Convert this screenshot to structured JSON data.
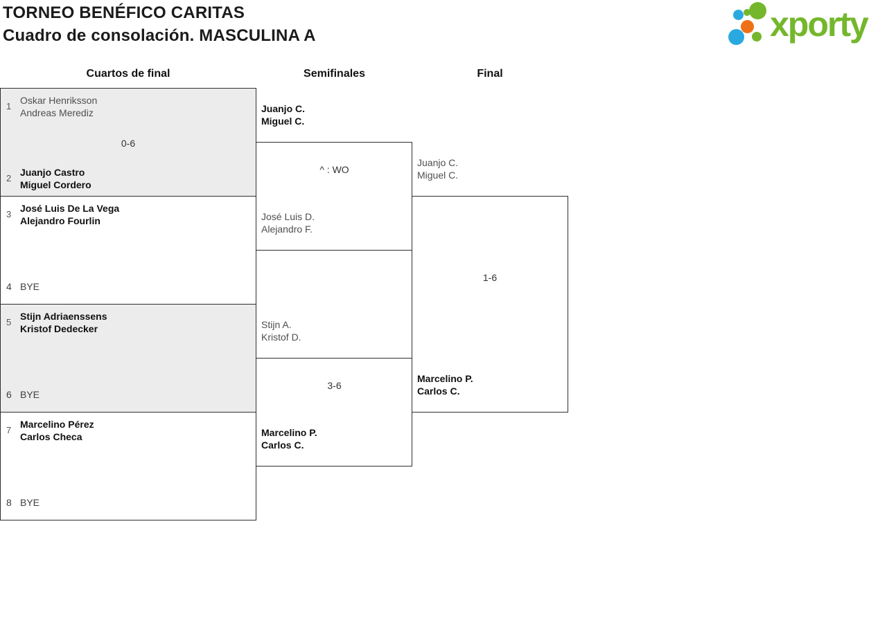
{
  "header": {
    "title": "TORNEO BENÉFICO CARITAS",
    "subtitle": "Cuadro de consolación. MASCULINA A"
  },
  "logo": {
    "text": "xporty"
  },
  "colors": {
    "brand_green": "#74b72c",
    "brand_blue": "#2aa9e0",
    "brand_orange": "#ee7118",
    "match_box_gray": "#ececec",
    "winner_text": "#101010",
    "loser_text": "#4f4f4f",
    "border": "#2e2e2e"
  },
  "columns": [
    {
      "label": "Cuartos de final"
    },
    {
      "label": "Semifinales"
    },
    {
      "label": "Final"
    }
  ],
  "bracket": {
    "quarterfinals": [
      {
        "seed1": "1",
        "team1": {
          "line1": "Oskar Henriksson",
          "line2": "Andreas Merediz"
        },
        "score": "0-6",
        "seed2": "2",
        "team2": {
          "line1": "Juanjo Castro",
          "line2": "Miguel Cordero"
        },
        "winner": "bottom"
      },
      {
        "seed1": "3",
        "team1": {
          "line1": "José Luis De La Vega",
          "line2": "Alejandro Fourlin"
        },
        "seed2": "4",
        "team2": {
          "line1": "BYE"
        },
        "winner": "top"
      },
      {
        "seed1": "5",
        "team1": {
          "line1": "Stijn Adriaenssens",
          "line2": "Kristof Dedecker"
        },
        "seed2": "6",
        "team2": {
          "line1": "BYE"
        },
        "winner": "top"
      },
      {
        "seed1": "7",
        "team1": {
          "line1": "Marcelino Pérez",
          "line2": "Carlos Checa"
        },
        "seed2": "8",
        "team2": {
          "line1": "BYE"
        },
        "winner": "top"
      }
    ],
    "semifinals": [
      {
        "team1": {
          "line1": "Juanjo C.",
          "line2": "Miguel C."
        },
        "score": "^ : WO",
        "team2": {
          "line1": "José Luis D.",
          "line2": "Alejandro F."
        },
        "winner": "top"
      },
      {
        "team1": {
          "line1": "Stijn A.",
          "line2": "Kristof D."
        },
        "score": "3-6",
        "team2": {
          "line1": "Marcelino P.",
          "line2": "Carlos C."
        },
        "winner": "bottom"
      }
    ],
    "final": {
      "team1": {
        "line1": "Juanjo C.",
        "line2": "Miguel C."
      },
      "score": "1-6",
      "team2": {
        "line1": "Marcelino P.",
        "line2": "Carlos C."
      },
      "winner": "bottom"
    }
  }
}
